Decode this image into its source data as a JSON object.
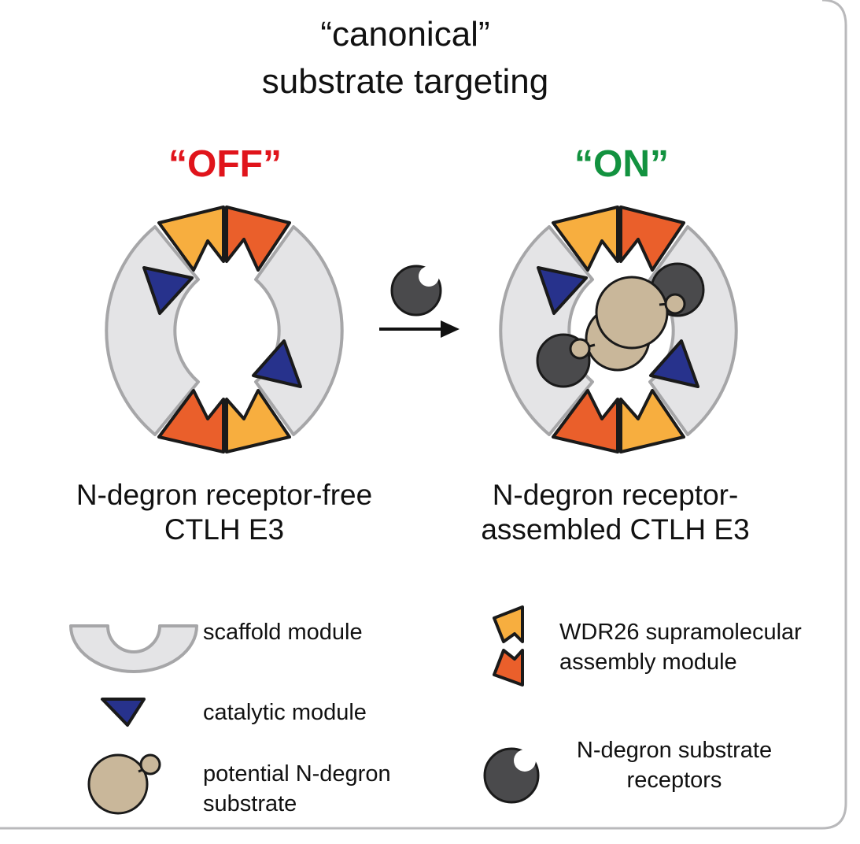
{
  "title": {
    "line1": "“canonical”",
    "line2": "substrate targeting"
  },
  "states": {
    "off": {
      "label": "“OFF”",
      "color": "#e0141b"
    },
    "on": {
      "label": "“ON”",
      "color": "#12923f"
    }
  },
  "captions": {
    "left": {
      "line1": "N-degron receptor-free",
      "line2": "CTLH E3"
    },
    "right": {
      "line1": "N-degron receptor-",
      "line2": "assembled CTLH E3"
    }
  },
  "legend": {
    "scaffold": {
      "label": "scaffold module"
    },
    "catalytic": {
      "label": "catalytic module"
    },
    "substrate": {
      "line1": "potential N-degron",
      "line2": "substrate"
    },
    "wdr26": {
      "line1": "WDR26 supramolecular",
      "line2": "assembly module"
    },
    "receptor": {
      "line1": "N-degron substrate",
      "line2": "receptors"
    }
  },
  "colors": {
    "scaffold": "#e4e4e6",
    "scaffold_stroke": "#a6a6a8",
    "wdr26_light": "#f7ae3f",
    "wdr26_dark": "#ea5f2b",
    "catalytic": "#27328c",
    "receptor": "#4a4a4c",
    "substrate": "#c9b79a",
    "frame": "#b9b9bb"
  }
}
